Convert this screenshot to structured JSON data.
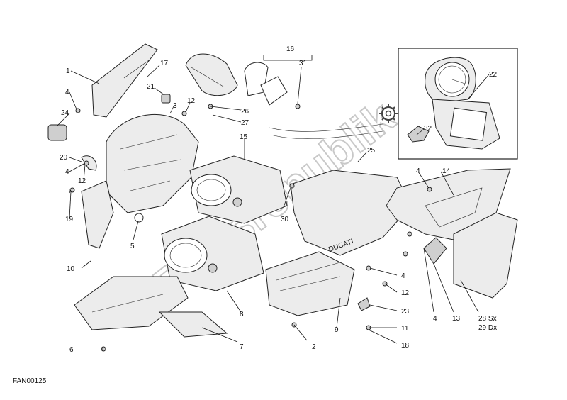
{
  "drawing_code": "FAN00125",
  "watermark": "Partsrepublik",
  "brand_marking": "DUCATI",
  "callouts": {
    "c1": "1",
    "c2": "2",
    "c3": "3",
    "c4a": "4",
    "c4b": "4",
    "c4c": "4",
    "c4d": "4",
    "c4e": "4",
    "c5": "5",
    "c6": "6",
    "c7": "7",
    "c8": "8",
    "c9": "9",
    "c10": "10",
    "c11": "11",
    "c12a": "12",
    "c12b": "12",
    "c12c": "12",
    "c13": "13",
    "c14": "14",
    "c15": "15",
    "c16": "16",
    "c17": "17",
    "c18": "18",
    "c19": "19",
    "c20": "20",
    "c21": "21",
    "c22": "22",
    "c23": "23",
    "c24": "24",
    "c25": "25",
    "c26": "26",
    "c27": "27",
    "c28": "28 Sx",
    "c29": "29 Dx",
    "c30": "30",
    "c31": "31",
    "c32": "32"
  }
}
